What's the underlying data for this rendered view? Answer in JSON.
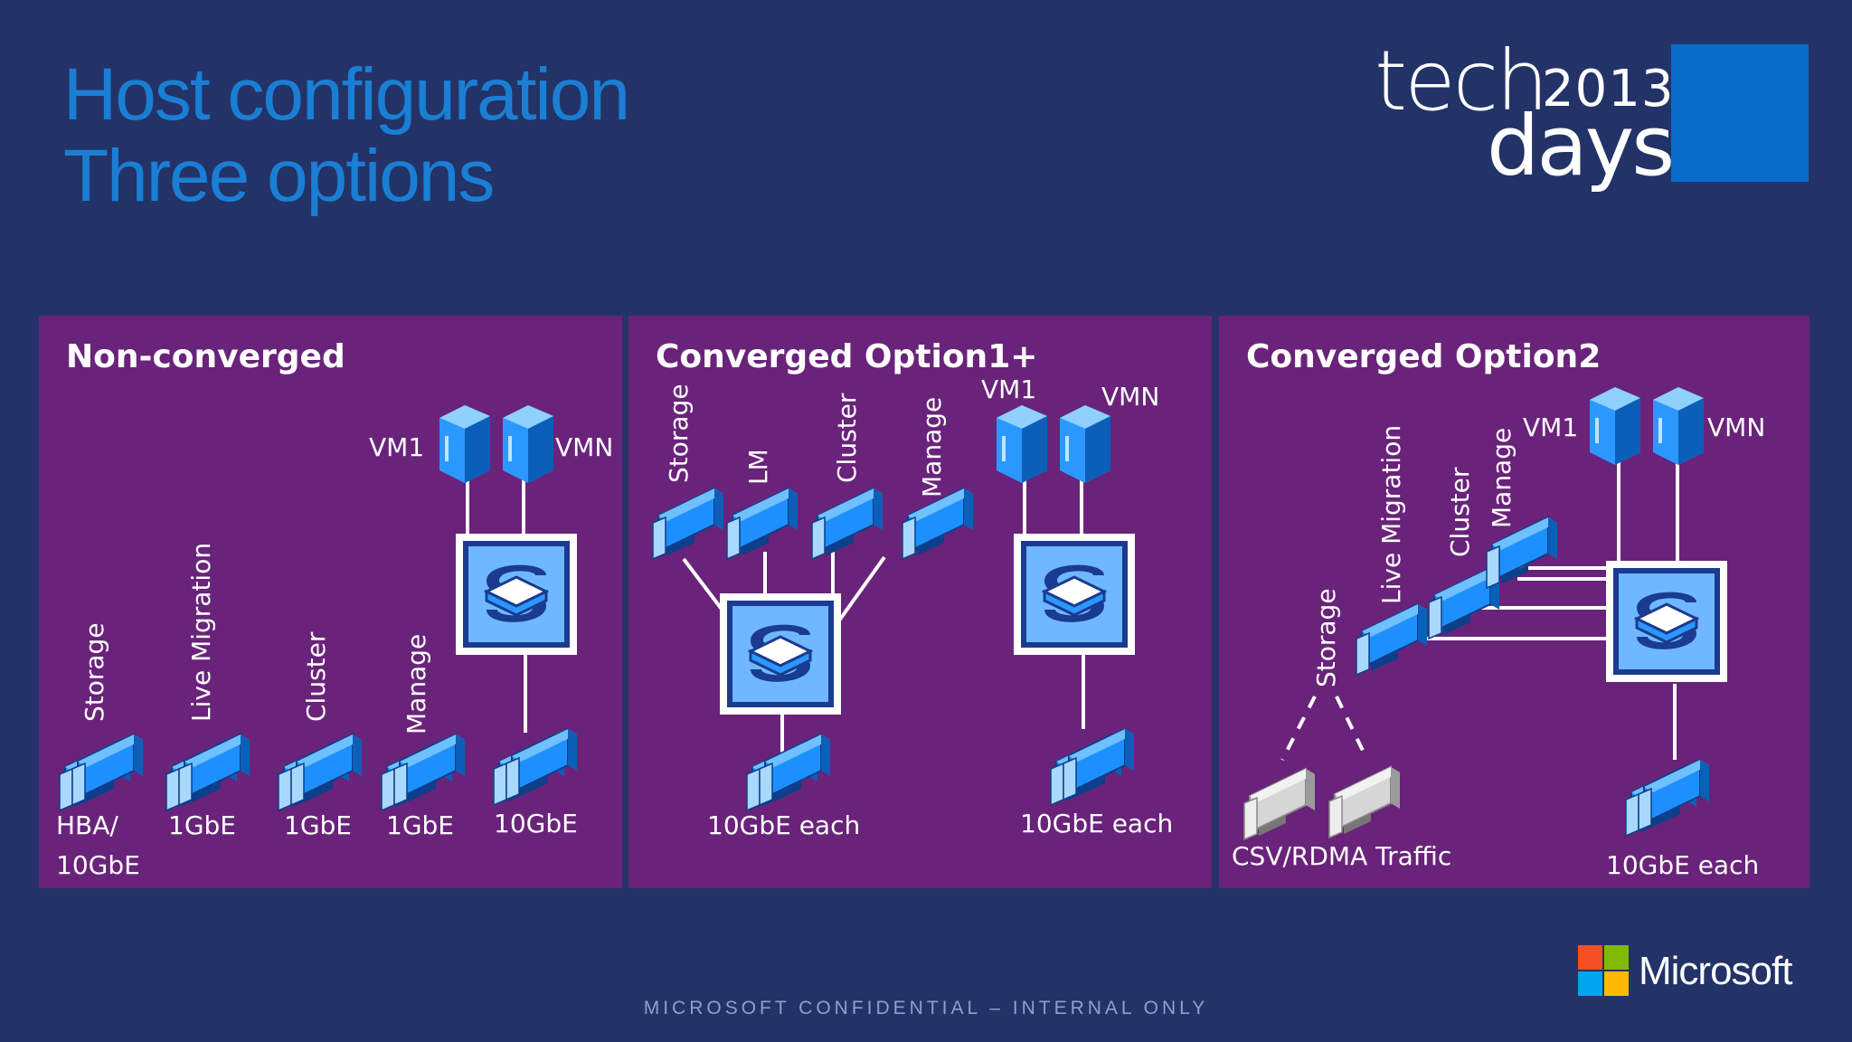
{
  "slide": {
    "title_line1": "Host configuration",
    "title_line2": "Three options",
    "footer": "MICROSOFT CONFIDENTIAL – INTERNAL ONLY",
    "logo_tech": "tech",
    "logo_year": "2013",
    "logo_days": "days",
    "microsoft_word": "Microsoft"
  },
  "panel1": {
    "title": "Non-converged",
    "vm1": "VM1",
    "vmn": "VMN",
    "labels": [
      "Storage",
      "Live Migration",
      "Cluster",
      "Manage"
    ],
    "speeds": [
      "HBA/",
      "10GbE",
      "1GbE",
      "1GbE",
      "1GbE",
      "10GbE"
    ]
  },
  "panel2": {
    "title": "Converged Option1+",
    "vm1": "VM1",
    "vmn": "VMN",
    "labels": [
      "Storage",
      "LM",
      "Cluster",
      "Manage"
    ],
    "speed_left": "10GbE each",
    "speed_right": "10GbE each"
  },
  "panel3": {
    "title": "Converged Option2",
    "vm1": "VM1",
    "vmn": "VMN",
    "labels": [
      "Storage",
      "Live Migration",
      "Cluster",
      "Manage"
    ],
    "csv": "CSV/RDMA Traffic",
    "speed": "10GbE each"
  },
  "colors": {
    "background": "#233368",
    "panel": "#6a237a",
    "title": "#1a7fd4",
    "nic_blue": "#1e8fff",
    "nic_grey": "#c8c8c8"
  },
  "icons": [
    "nic-card-icon",
    "server-icon",
    "virtual-switch-icon",
    "microsoft-logo-icon"
  ]
}
